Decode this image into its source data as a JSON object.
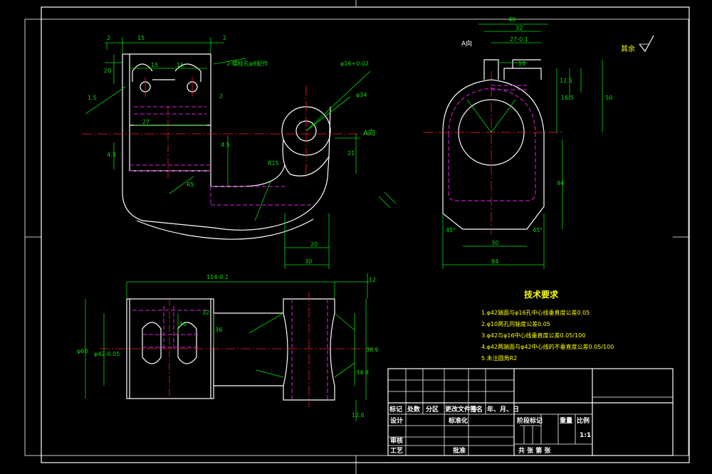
{
  "views": {
    "top_view_label": "A向",
    "section_label": "A向",
    "surface_finish": "其余"
  },
  "dimensions": {
    "d2a": "2",
    "d15a": "15",
    "d2b": "2",
    "d15b": "15",
    "d15c": "15",
    "d20": "20",
    "d27": "27",
    "hole_note": "2-螺栓孔φ8配作",
    "d1_5": "1.5",
    "d4_3": "4.3",
    "d4_5": "4.5",
    "phi16": "φ16+0.02",
    "phi34": "φ34",
    "d21": "21",
    "d20b": "20",
    "d30b": "30",
    "r15": "R15",
    "r5": "R5",
    "d40": "40",
    "d32": "32",
    "d27b": "27-0.1",
    "d10": "10",
    "d12_5": "12.5",
    "d16_5": "16.5",
    "d50": "50",
    "d94": "94",
    "d30c": "30",
    "d84": "84",
    "a45l": "45°",
    "a45r": "45°",
    "d114": "114-0.2",
    "d12": "12",
    "phi60": "φ60",
    "phi42": "φ42-0.05",
    "d10b": "10",
    "d36": "36",
    "d34_8": "34.8",
    "d36_6": "36.6",
    "d12_6": "12.6",
    "d32b": "32"
  },
  "requirements": {
    "title": "技术要求",
    "items": [
      "1.φ42端面与φ16孔中心线垂直度公差0.05",
      "2.φ10两孔同轴度公差0.05",
      "3.φ42与φ16中心线垂直度公差0.05/100",
      "4.φ42两端面与φ42中心线的不垂直度公差0.05/100",
      "5.未注圆角R2"
    ]
  },
  "title_block": {
    "row_marks": "标记",
    "row_count": "处数",
    "row_zone": "分区",
    "row_docno": "更改文件号",
    "row_sign": "签名",
    "row_date": "年、月、日",
    "design": "设计",
    "standardize": "标准化",
    "review": "审核",
    "process": "工艺",
    "approve": "批准",
    "stage_mark": "阶段标记",
    "weight": "重量",
    "scale": "比例",
    "scale_value": "1:1",
    "sheets": "共 张 第 张"
  }
}
